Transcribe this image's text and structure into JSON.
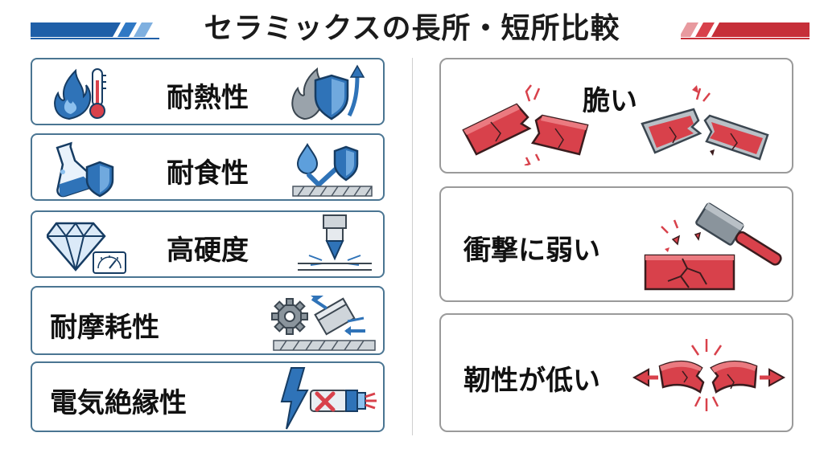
{
  "title": "セラミックスの長所・短所比較",
  "advantages": [
    {
      "label": "耐熱性",
      "icon_left": "flame-thermometer-icon",
      "icon_right": "flame-shield-arrow-icon"
    },
    {
      "label": "耐食性",
      "icon_left": "flask-shield-icon",
      "icon_right": "drop-check-shield-icon"
    },
    {
      "label": "高硬度",
      "icon_left": "diamond-gauge-icon",
      "icon_right": "indenter-icon"
    },
    {
      "label": "耐摩耗性",
      "icon_right": "gear-block-abrasion-icon"
    },
    {
      "label": "電気絶縁性",
      "icon_right": "lightning-cable-insulation-icon"
    }
  ],
  "disadvantages": [
    {
      "label": "脆い",
      "icon": "cracked-bars-icon"
    },
    {
      "label": "衝撃に弱い",
      "icon": "hammer-breaking-block-icon"
    },
    {
      "label": "靭性が低い",
      "icon": "bending-fracture-icon"
    }
  ],
  "colors": {
    "blue": "#2f73b8",
    "red": "#d8414b",
    "outline_blue": "#4a7592",
    "outline_gray": "#9a9a9a"
  }
}
